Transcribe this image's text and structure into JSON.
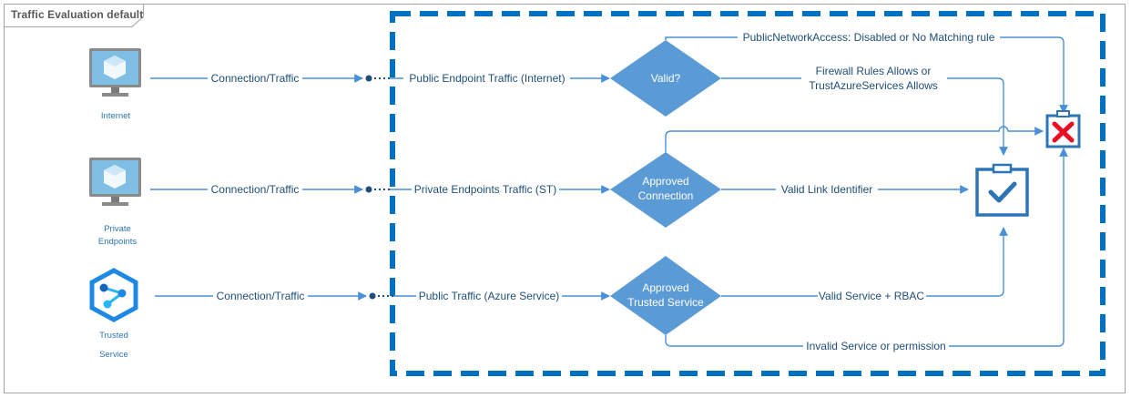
{
  "title": "Traffic Evaluation default",
  "sources": {
    "internet": {
      "label": "Internet"
    },
    "private_endpoints": {
      "label_line1": "Private",
      "label_line2": "Endpoints"
    },
    "trusted_service": {
      "label_line1": "Trusted",
      "label_line2": "Service"
    }
  },
  "edges": {
    "conn_internet": "Connection/Traffic",
    "conn_private": "Connection/Traffic",
    "conn_trusted": "Connection/Traffic",
    "public_endpoint_traffic": "Public Endpoint Traffic (Internet)",
    "private_endpoints_traffic": "Private Endpoints Traffic (ST)",
    "public_traffic_azure": "Public Traffic (Azure Service)",
    "public_network_access": "PublicNetworkAccess: Disabled or No Matching rule",
    "firewall_line1": "Firewall Rules Allows or",
    "firewall_line2": "TrustAzureServices Allows",
    "valid_link": "Valid Link Identifier",
    "valid_service": "Valid Service + RBAC",
    "invalid_service": "Invalid Service or permission"
  },
  "decisions": {
    "valid": "Valid?",
    "approved_connection_line1": "Approved",
    "approved_connection_line2": "Connection",
    "approved_trusted_line1": "Approved",
    "approved_trusted_line2": "Trusted Service"
  },
  "icons": {
    "internet": "monitor-cube-icon",
    "private_endpoints": "monitor-cube-icon",
    "trusted_service": "azure-hexagon-service-icon",
    "allow": "clipboard-check-icon",
    "deny": "red-x-icon"
  },
  "colors": {
    "diamond": "#5b9bd5",
    "edge": "#4a90d9",
    "boundary": "#0070c0",
    "deny_x": "#e81123"
  }
}
